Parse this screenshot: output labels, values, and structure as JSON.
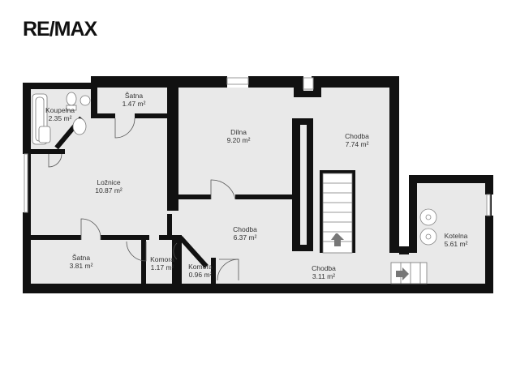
{
  "logo": {
    "text": "RE/MAX"
  },
  "colors": {
    "wall": "#111111",
    "floor": "#e9e9e9",
    "background": "#ffffff",
    "accent": "#333333"
  },
  "rooms": [
    {
      "id": "koupelna",
      "name": "Koupelna",
      "area": "2.35 m²"
    },
    {
      "id": "satna-top",
      "name": "Šatna",
      "area": "1.47 m²"
    },
    {
      "id": "dilna",
      "name": "Dílna",
      "area": "9.20 m²"
    },
    {
      "id": "chodba-right",
      "name": "Chodba",
      "area": "7.74 m²"
    },
    {
      "id": "loznice",
      "name": "Ložnice",
      "area": "10.87 m²"
    },
    {
      "id": "chodba-middle",
      "name": "Chodba",
      "area": "6.37 m²"
    },
    {
      "id": "kotelna",
      "name": "Kotelna",
      "area": "5.61 m²"
    },
    {
      "id": "satna-bottom",
      "name": "Šatna",
      "area": "3.81 m²"
    },
    {
      "id": "komora-1",
      "name": "Komora",
      "area": "1.17 m²"
    },
    {
      "id": "komora-2",
      "name": "Komora",
      "area": "0.96 m²"
    },
    {
      "id": "chodba-bottom",
      "name": "Chodba",
      "area": "3.11 m²"
    }
  ],
  "icons": [
    "stairs-up-arrow-icon",
    "stairs-right-arrow-icon",
    "boiler-icon",
    "toilet-icon",
    "sink-icon",
    "bathtub-icon"
  ]
}
